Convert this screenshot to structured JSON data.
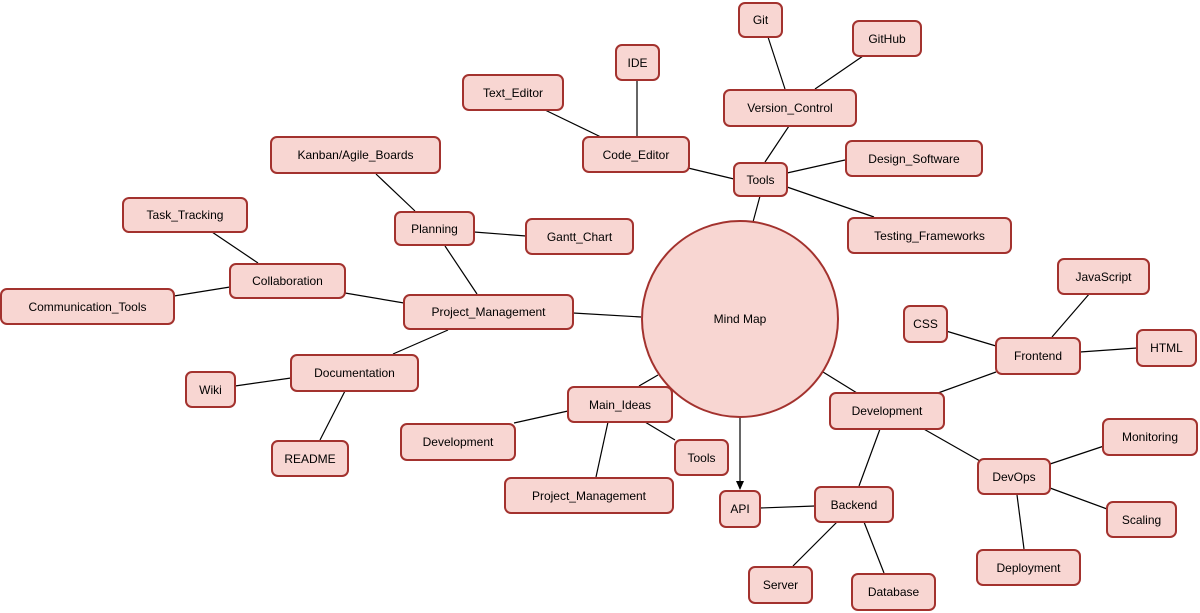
{
  "center": "Mind Map",
  "tools": {
    "root": "Tools",
    "version_control": "Version_Control",
    "git": "Git",
    "github": "GitHub",
    "code_editor": "Code_Editor",
    "ide": "IDE",
    "text_editor": "Text_Editor",
    "design_software": "Design_Software",
    "testing_frameworks": "Testing_Frameworks"
  },
  "project_management": {
    "root": "Project_Management",
    "planning": "Planning",
    "kanban": "Kanban/Agile_Boards",
    "gantt": "Gantt_Chart",
    "collaboration": "Collaboration",
    "task_tracking": "Task_Tracking",
    "communication_tools": "Communication_Tools",
    "documentation": "Documentation",
    "wiki": "Wiki",
    "readme": "README"
  },
  "main_ideas": {
    "root": "Main_Ideas",
    "development": "Development",
    "project_management": "Project_Management",
    "tools": "Tools"
  },
  "development": {
    "root": "Development",
    "frontend": "Frontend",
    "css": "CSS",
    "javascript": "JavaScript",
    "html": "HTML",
    "devops": "DevOps",
    "monitoring": "Monitoring",
    "scaling": "Scaling",
    "deployment": "Deployment",
    "backend": "Backend",
    "api": "API",
    "server": "Server",
    "database": "Database"
  },
  "colors": {
    "node_fill": "#f8d6d2",
    "node_border": "#a3322e",
    "edge": "#000000"
  }
}
